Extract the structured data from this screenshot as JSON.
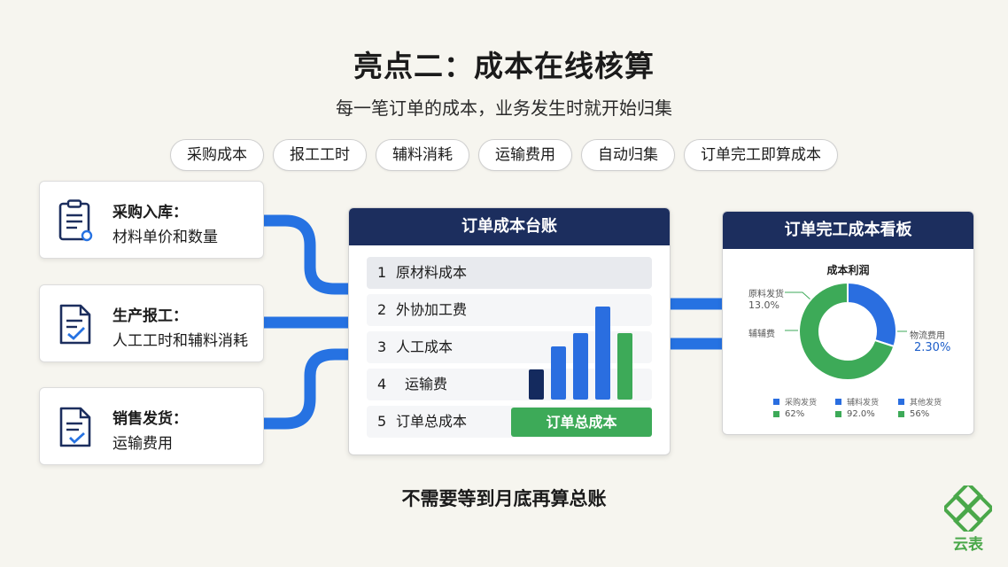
{
  "header": {
    "title": "亮点二：成本在线核算",
    "subtitle": "每一笔订单的成本，业务发生时就开始归集"
  },
  "tags": [
    "采购成本",
    "报工工时",
    "辅料消耗",
    "运输费用",
    "自动归集",
    "订单完工即算成本"
  ],
  "sources": [
    {
      "title": "采购入库：",
      "desc": "材料单价和数量",
      "icon": "clipboard-icon"
    },
    {
      "title": "生产报工：",
      "desc": "人工工时和辅料消耗",
      "icon": "checklist-icon"
    },
    {
      "title": "销售发货：",
      "desc": "运输费用",
      "icon": "document-check-icon"
    }
  ],
  "ledger": {
    "title": "订单成本台账",
    "rows": [
      {
        "no": "1",
        "name": "原材料成本"
      },
      {
        "no": "2",
        "name": "外协加工费"
      },
      {
        "no": "3",
        "name": "人工成本"
      },
      {
        "no": "4",
        "name": "运输费"
      },
      {
        "no": "5",
        "name": "订单总成本"
      }
    ],
    "total_button": "订单总成本"
  },
  "board": {
    "title": "订单完工成本看板",
    "chart_title": "成本利润",
    "labels": {
      "top_left_name": "原料发货",
      "top_left_value": "13.0%",
      "left_name": "辅辅费",
      "right_name": "物流费用",
      "right_value": "2.30%"
    },
    "legend": [
      {
        "name": "采购发货",
        "value": "62%"
      },
      {
        "name": "辅料发货",
        "value": "92.0%"
      },
      {
        "name": "其他发货",
        "value": "56%"
      }
    ]
  },
  "chart_data": [
    {
      "type": "bar",
      "categories": [
        "1",
        "2",
        "3",
        "4",
        "5"
      ],
      "values": [
        34,
        60,
        75,
        105,
        75
      ],
      "colors": [
        "#142a5e",
        "#2a6ee0",
        "#2a6ee0",
        "#2a6ee0",
        "#3daa58"
      ]
    },
    {
      "type": "pie",
      "title": "成本利润",
      "values": [
        30,
        70
      ],
      "colors": [
        "#2a6ee0",
        "#3daa58"
      ]
    }
  ],
  "footer": "不需要等到月底再算总账",
  "logo": {
    "text": "云表"
  },
  "colors": {
    "navy": "#1c2e5e",
    "blue": "#2a6ee0",
    "green": "#3daa58",
    "background": "#f6f5ef"
  }
}
